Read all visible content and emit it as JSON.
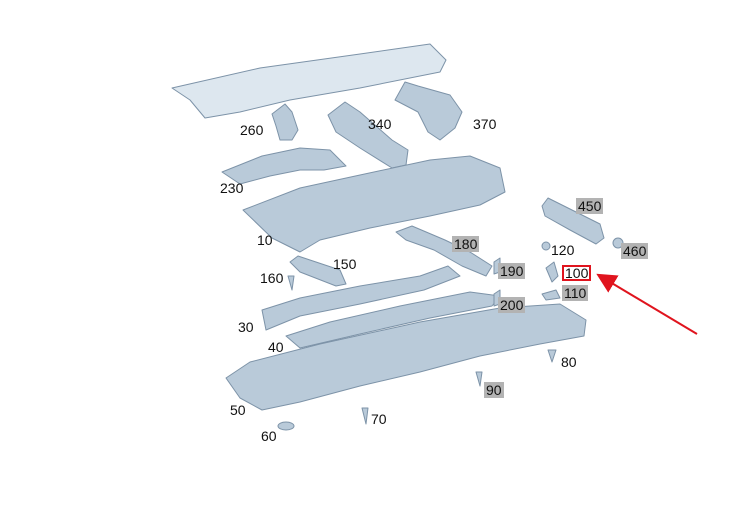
{
  "diagram": {
    "labels": {
      "l10": "10",
      "l30": "30",
      "l40": "40",
      "l50": "50",
      "l60": "60",
      "l70": "70",
      "l80": "80",
      "l90": "90",
      "l100": "100",
      "l110": "110",
      "l120": "120",
      "l150": "150",
      "l160": "160",
      "l180": "180",
      "l190": "190",
      "l200": "200",
      "l230": "230",
      "l260": "260",
      "l340": "340",
      "l370": "370",
      "l450": "450",
      "l460": "460"
    },
    "highlight_label": "100",
    "colors": {
      "part_fill": "#b9cad9",
      "part_light": "#dde7ef",
      "part_stroke": "#7d93a8",
      "label_highlight_bg": "#b3b3b3",
      "callout": "#e0141e"
    }
  }
}
